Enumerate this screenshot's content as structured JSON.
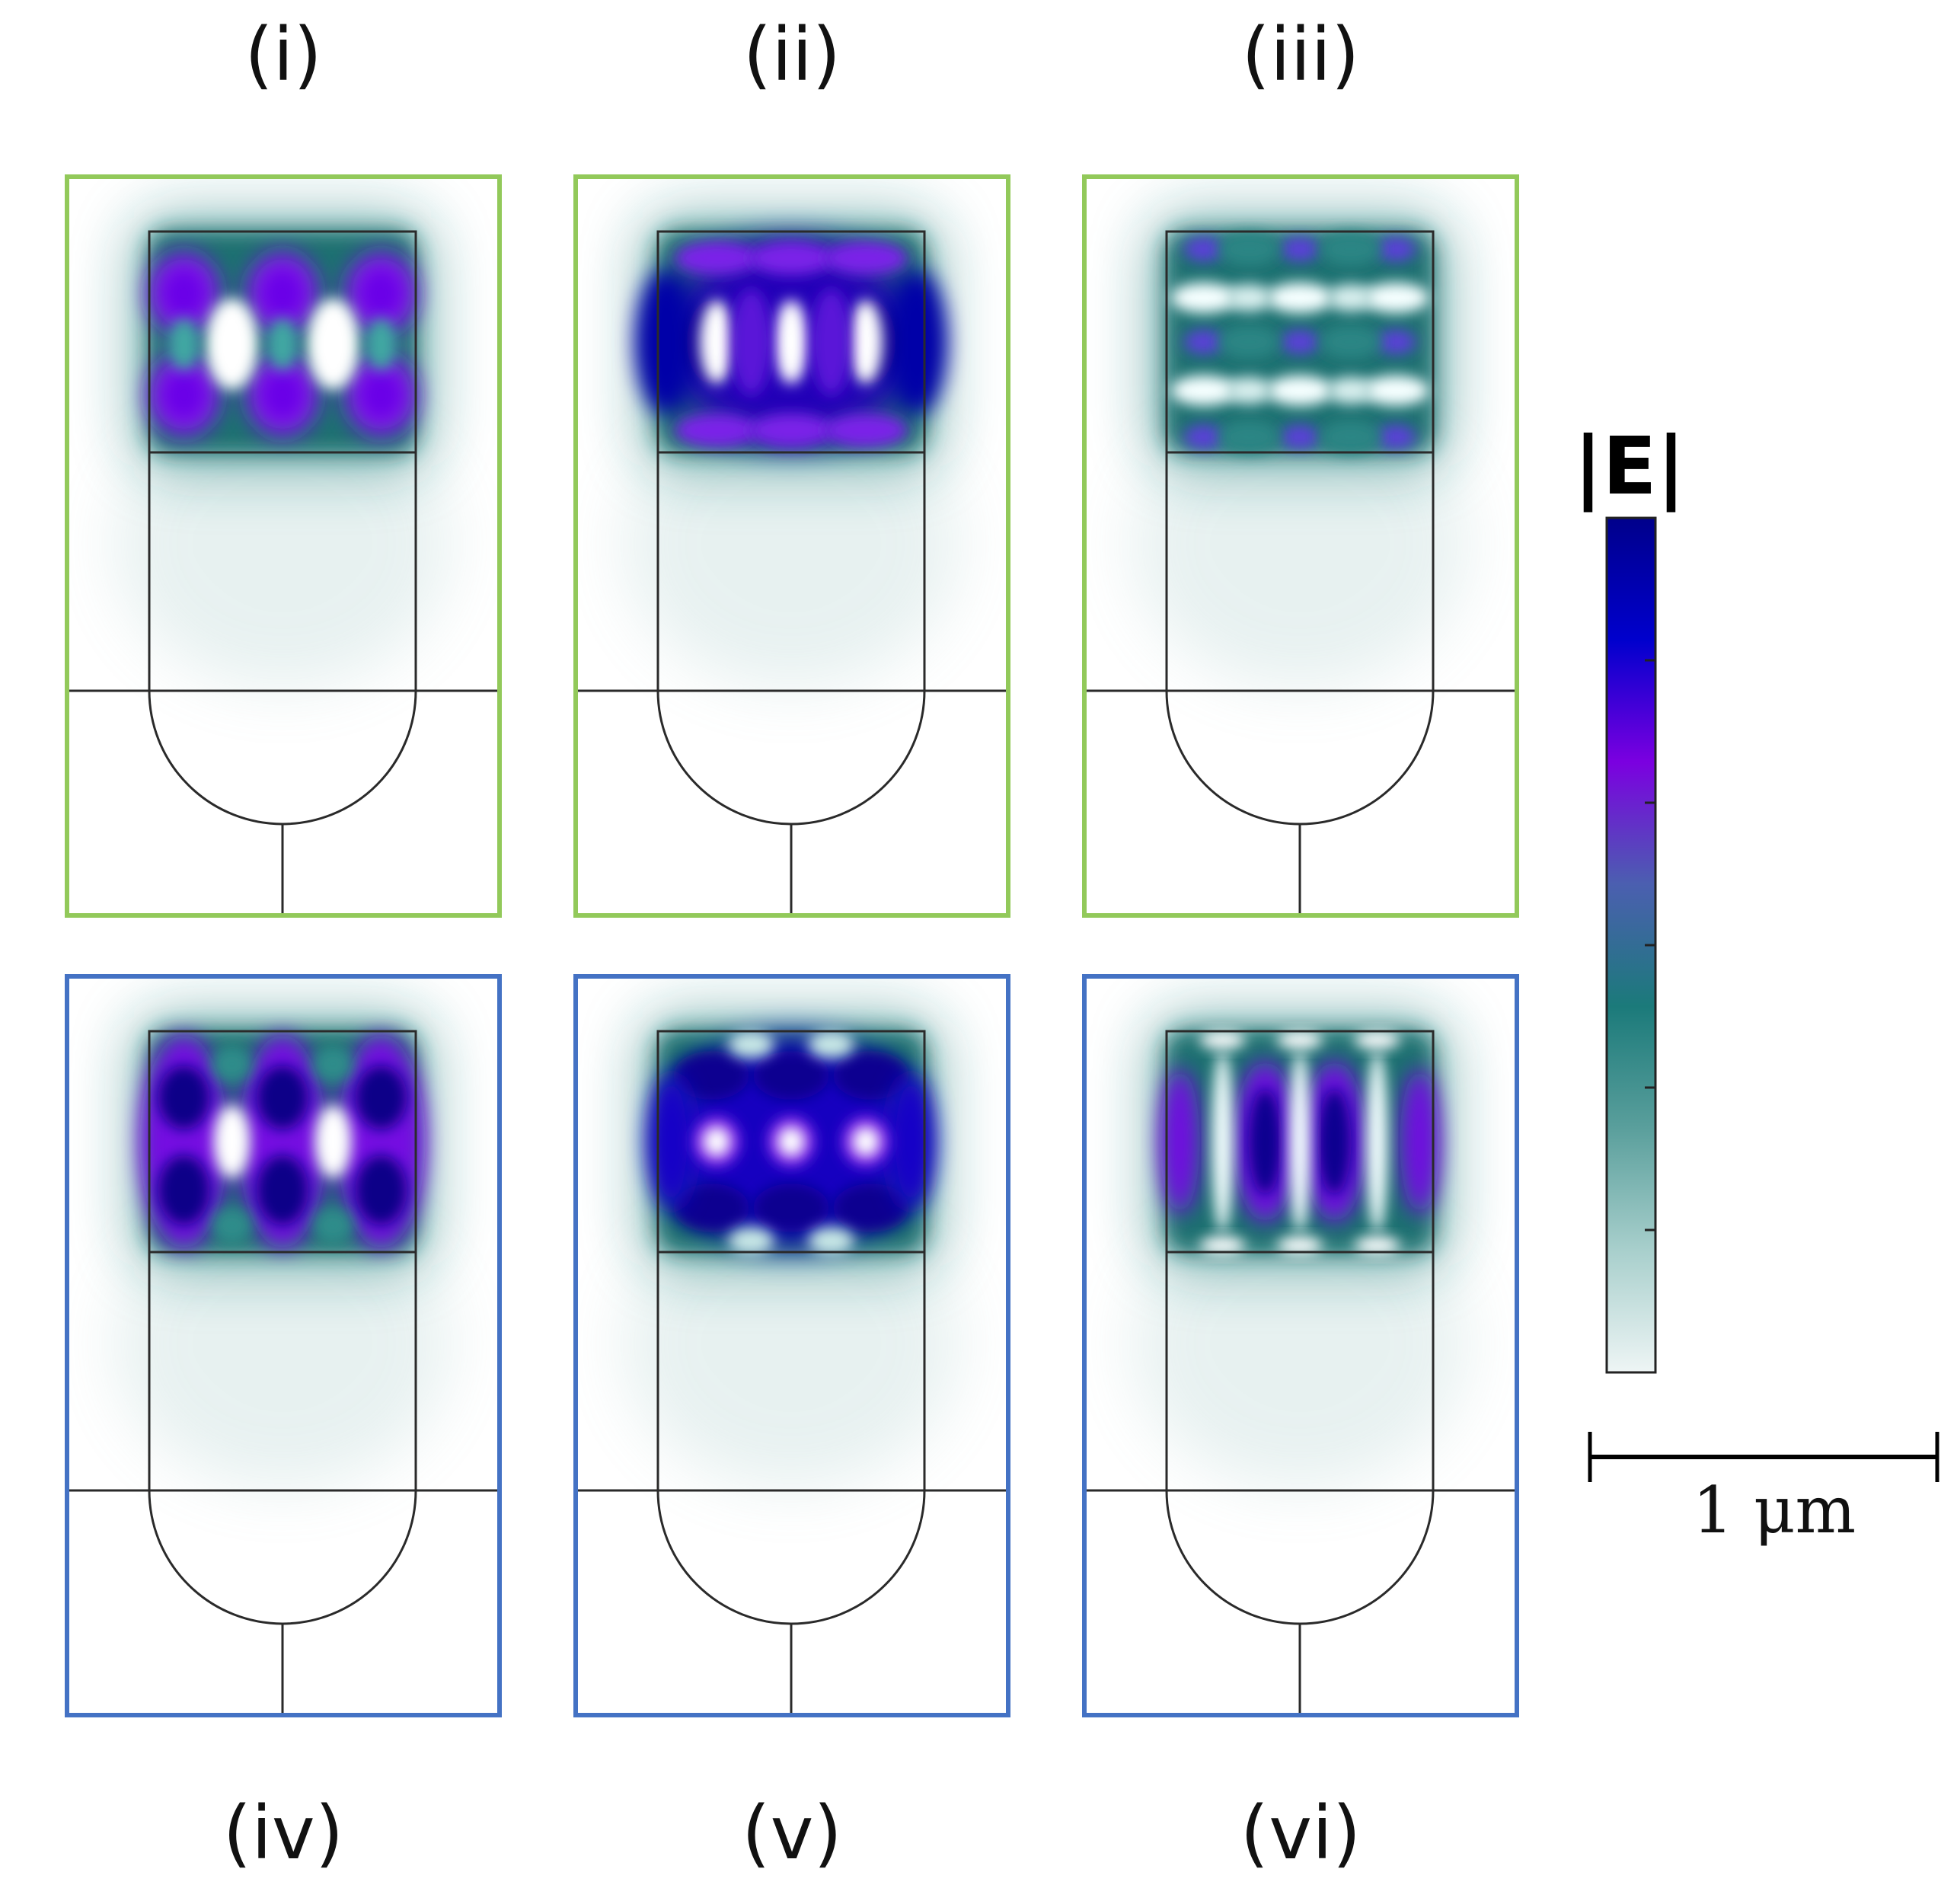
{
  "panels": [
    {
      "label": "(i)",
      "row": 0,
      "col": 0,
      "frame_color": "#92c95a",
      "mode": "i"
    },
    {
      "label": "(ii)",
      "row": 0,
      "col": 1,
      "frame_color": "#92c95a",
      "mode": "ii"
    },
    {
      "label": "(iii)",
      "row": 0,
      "col": 2,
      "frame_color": "#92c95a",
      "mode": "iii"
    },
    {
      "label": "(iv)",
      "row": 1,
      "col": 0,
      "frame_color": "#4472c4",
      "mode": "iv"
    },
    {
      "label": "(v)",
      "row": 1,
      "col": 1,
      "frame_color": "#4472c4",
      "mode": "v"
    },
    {
      "label": "(vi)",
      "row": 1,
      "col": 2,
      "frame_color": "#4472c4",
      "mode": "vi"
    }
  ],
  "colorbar": {
    "title": "|E|",
    "colors": [
      "#00008b",
      "#0000cd",
      "#7b00e0",
      "#4b5fb0",
      "#1b7a7a",
      "#5a9f9c",
      "#a8cfcc",
      "#eef5f5"
    ]
  },
  "scalebar": {
    "label": "1 μm"
  }
}
